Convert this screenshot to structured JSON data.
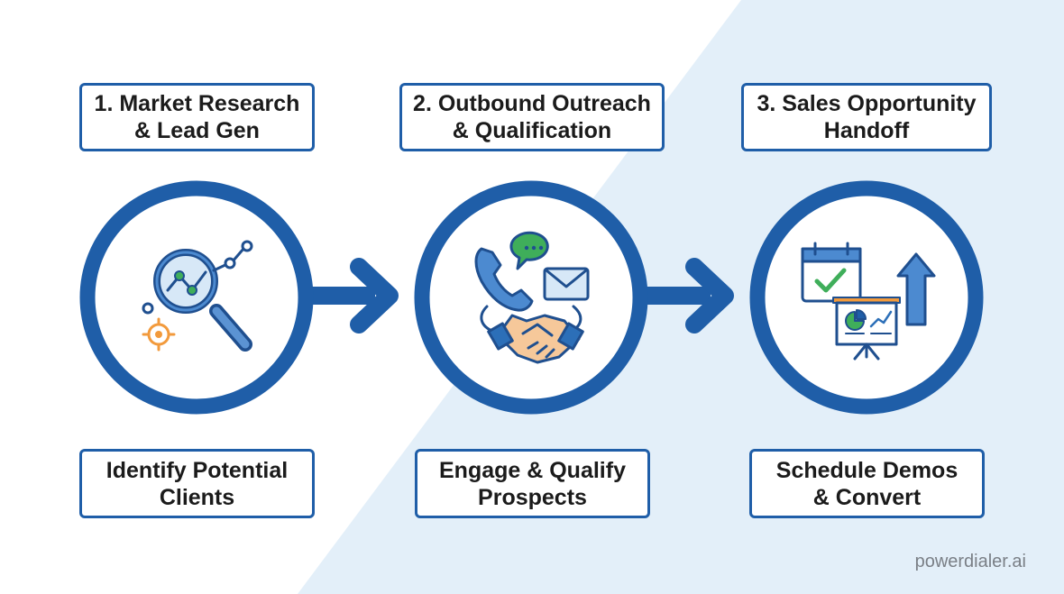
{
  "steps": [
    {
      "title_line1": "1. Market Research",
      "title_line2": "& Lead Gen",
      "desc_line1": "Identify Potential",
      "desc_line2": "Clients",
      "icon": "magnifier-chart-icon"
    },
    {
      "title_line1": "2. Outbound Outreach",
      "title_line2": "& Qualification",
      "desc_line1": "Engage & Qualify",
      "desc_line2": "Prospects",
      "icon": "phone-chat-handshake-icon"
    },
    {
      "title_line1": "3. Sales Opportunity",
      "title_line2": "Handoff",
      "desc_line1": "Schedule Demos",
      "desc_line2": "& Convert",
      "icon": "calendar-presentation-arrow-icon"
    }
  ],
  "watermark": "powerdialer.ai",
  "colors": {
    "primary_blue": "#1f5ea8",
    "icon_blue": "#2c6fb8",
    "light_bg": "#e3eff9",
    "green": "#3fae5a",
    "orange": "#f29a3c"
  }
}
